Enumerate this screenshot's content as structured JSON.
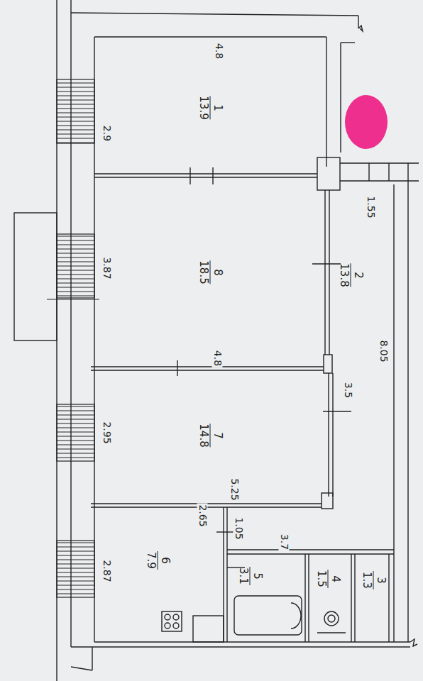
{
  "diagram": {
    "nodes": [
      {
        "text": [
          "1",
          "13.9"
        ]
      },
      {
        "text": [
          "2",
          "13.8"
        ]
      },
      {
        "text": [
          "8",
          "18.5"
        ]
      },
      {
        "text": [
          "7",
          "14.8"
        ]
      },
      {
        "text": [
          "6",
          "7.9"
        ]
      },
      {
        "text": [
          "5",
          "3.1"
        ]
      },
      {
        "text": [
          "4",
          "1.5"
        ]
      },
      {
        "text": [
          "3",
          "1.3"
        ]
      }
    ],
    "labels": [
      "4.8",
      "2.9",
      "1.55",
      "3.87",
      "4.8",
      "8.05",
      "3.5",
      "2.95",
      "5.25",
      "2.65",
      "1.05",
      "3.7",
      "2.87"
    ]
  }
}
